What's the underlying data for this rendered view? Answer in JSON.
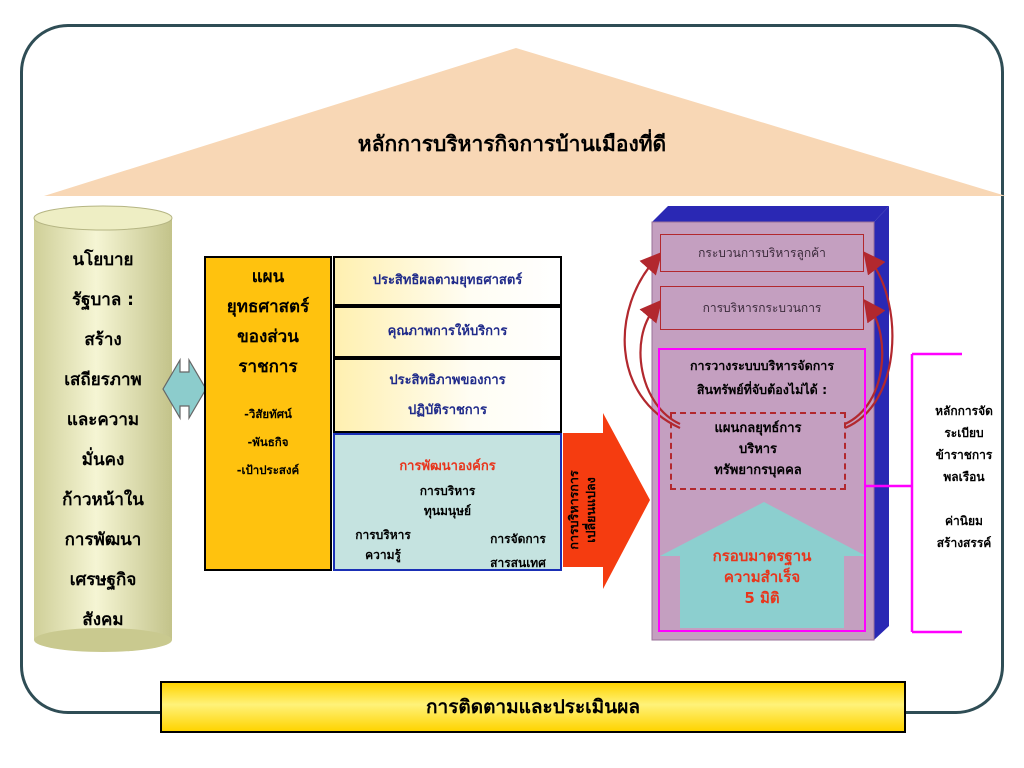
{
  "roof": {
    "title": "หลักการบริหารกิจการบ้านเมืองที่ดี"
  },
  "policy": {
    "lines": [
      "นโยบาย",
      "รัฐบาล :",
      "สร้าง",
      "เสถียรภาพ",
      "และความ",
      "มั่นคง",
      "ก้าวหน้าใน",
      "การพัฒนา",
      "เศรษฐกิจ",
      "สังคม"
    ]
  },
  "strategy": {
    "title_lines": [
      "แผน",
      "ยุทธศาสตร์",
      "ของส่วน",
      "ราชการ"
    ],
    "sub_lines": [
      "-วิสัยทัศน์",
      "-พันธกิจ",
      "-เป้าประสงค์"
    ]
  },
  "dimensions": {
    "d1": "ประสิทธิผลตามยุทธศาสตร์",
    "d2": "คุณภาพการให้บริการ",
    "d3_line1": "ประสิทธิภาพของการ",
    "d3_line2": "ปฏิบัติราชการ",
    "d4": {
      "title": "การพัฒนาองค์กร",
      "hr_line1": "การบริหาร",
      "hr_line2": "ทุนมนุษย์",
      "km_line1": "การบริหาร",
      "km_line2": "ความรู้",
      "it_line1": "การจัดการ",
      "it_line2": "สารสนเทศ"
    }
  },
  "change_arrow": {
    "line1": "การบริหารการ",
    "line2": "เปลี่ยนแปลง"
  },
  "pmqa": {
    "customer": "กระบวนการบริหารลูกค้า",
    "process": "การบริหารกระบวนการ",
    "intangible_line1": "การวางระบบบริหารจัดการ",
    "intangible_line2": "สินทรัพย์ที่จับต้องไม่ได้ :",
    "hr_plan_line1": "แผนกลยุทธ์การ",
    "hr_plan_line2": "บริหาร",
    "hr_plan_line3": "ทรัพยากรบุคคล",
    "framework_line1": "กรอบมาตรฐาน",
    "framework_line2": "ความสำเร็จ",
    "framework_line3": "5 มิติ"
  },
  "civil_values": {
    "line1": "หลักการจัด",
    "line2": "ระเบียบ",
    "line3": "ข้าราชการ",
    "line4": "พลเรือน",
    "line5": "ค่านิยม",
    "line6": "สร้างสรรค์"
  },
  "footer": {
    "label": "การติดตามและประเมินผล"
  },
  "colors": {
    "roof": "#f8d7b5",
    "cylinder": "#f1f1c6",
    "strategy": "#ffc20e",
    "development": "#c5e3e0",
    "change_arrow": "#f53c10",
    "purple_box": "#c49fc0",
    "blue_side": "#2a28b4",
    "magenta": "#ff00ff",
    "banner": "#ffd400",
    "red_text": "#e8351c"
  }
}
